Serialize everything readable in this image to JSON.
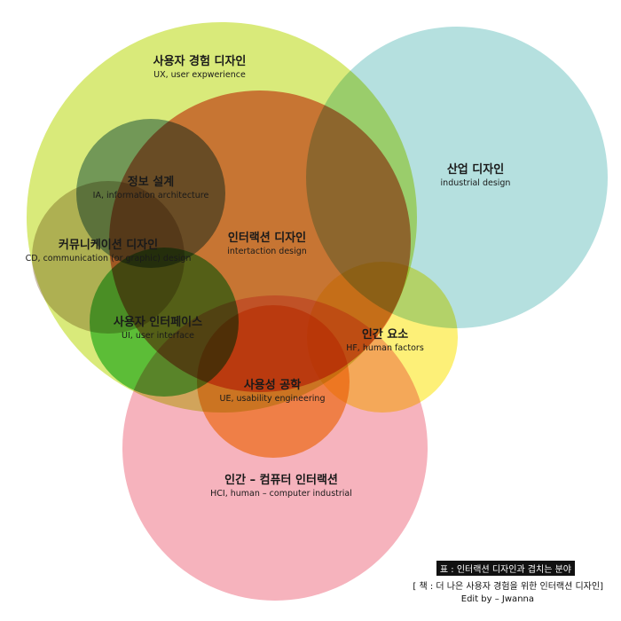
{
  "colors": {
    "ux": "#d9ea7a",
    "industrial": "#b5e0df",
    "interaction": "#ea7f6b",
    "ia": "#86a6b6",
    "communication": "#cdc0ac",
    "ui": "#6cce73",
    "hf": "#fdf078",
    "usability": "#f8b55f",
    "hci": "#f6b3bd",
    "caption_bg": "#111111"
  },
  "fields": {
    "ux": {
      "ko": "사용자 경험 디자인",
      "en": "UX, user expwerience"
    },
    "industrial": {
      "ko": "산업 디자인",
      "en": "industrial design"
    },
    "ia": {
      "ko": "정보 설계",
      "en": "IA, information architecture"
    },
    "interaction": {
      "ko": "인터랙션 디자인",
      "en": "intertaction design"
    },
    "communication": {
      "ko": "커뮤니케이션 디자인",
      "en": "CD, communication (or graphic) design"
    },
    "ui": {
      "ko": "사용자 인터페이스",
      "en": "UI, user interface"
    },
    "hf": {
      "ko": "인간 요소",
      "en": "HF, human factors"
    },
    "usability": {
      "ko": "사용성 공학",
      "en": "UE, usability engineering"
    },
    "hci": {
      "ko": "인간 – 컴퓨터 인터랙션",
      "en": "HCI, human – computer industrial"
    }
  },
  "caption": {
    "title": "표 : 인터랙션 디자인과 겹치는 분야",
    "source": "[ 책 : 더 나은 사용자 경험을 위한 인터랙션 디자인]",
    "credit": "Edit by – Jwanna"
  }
}
